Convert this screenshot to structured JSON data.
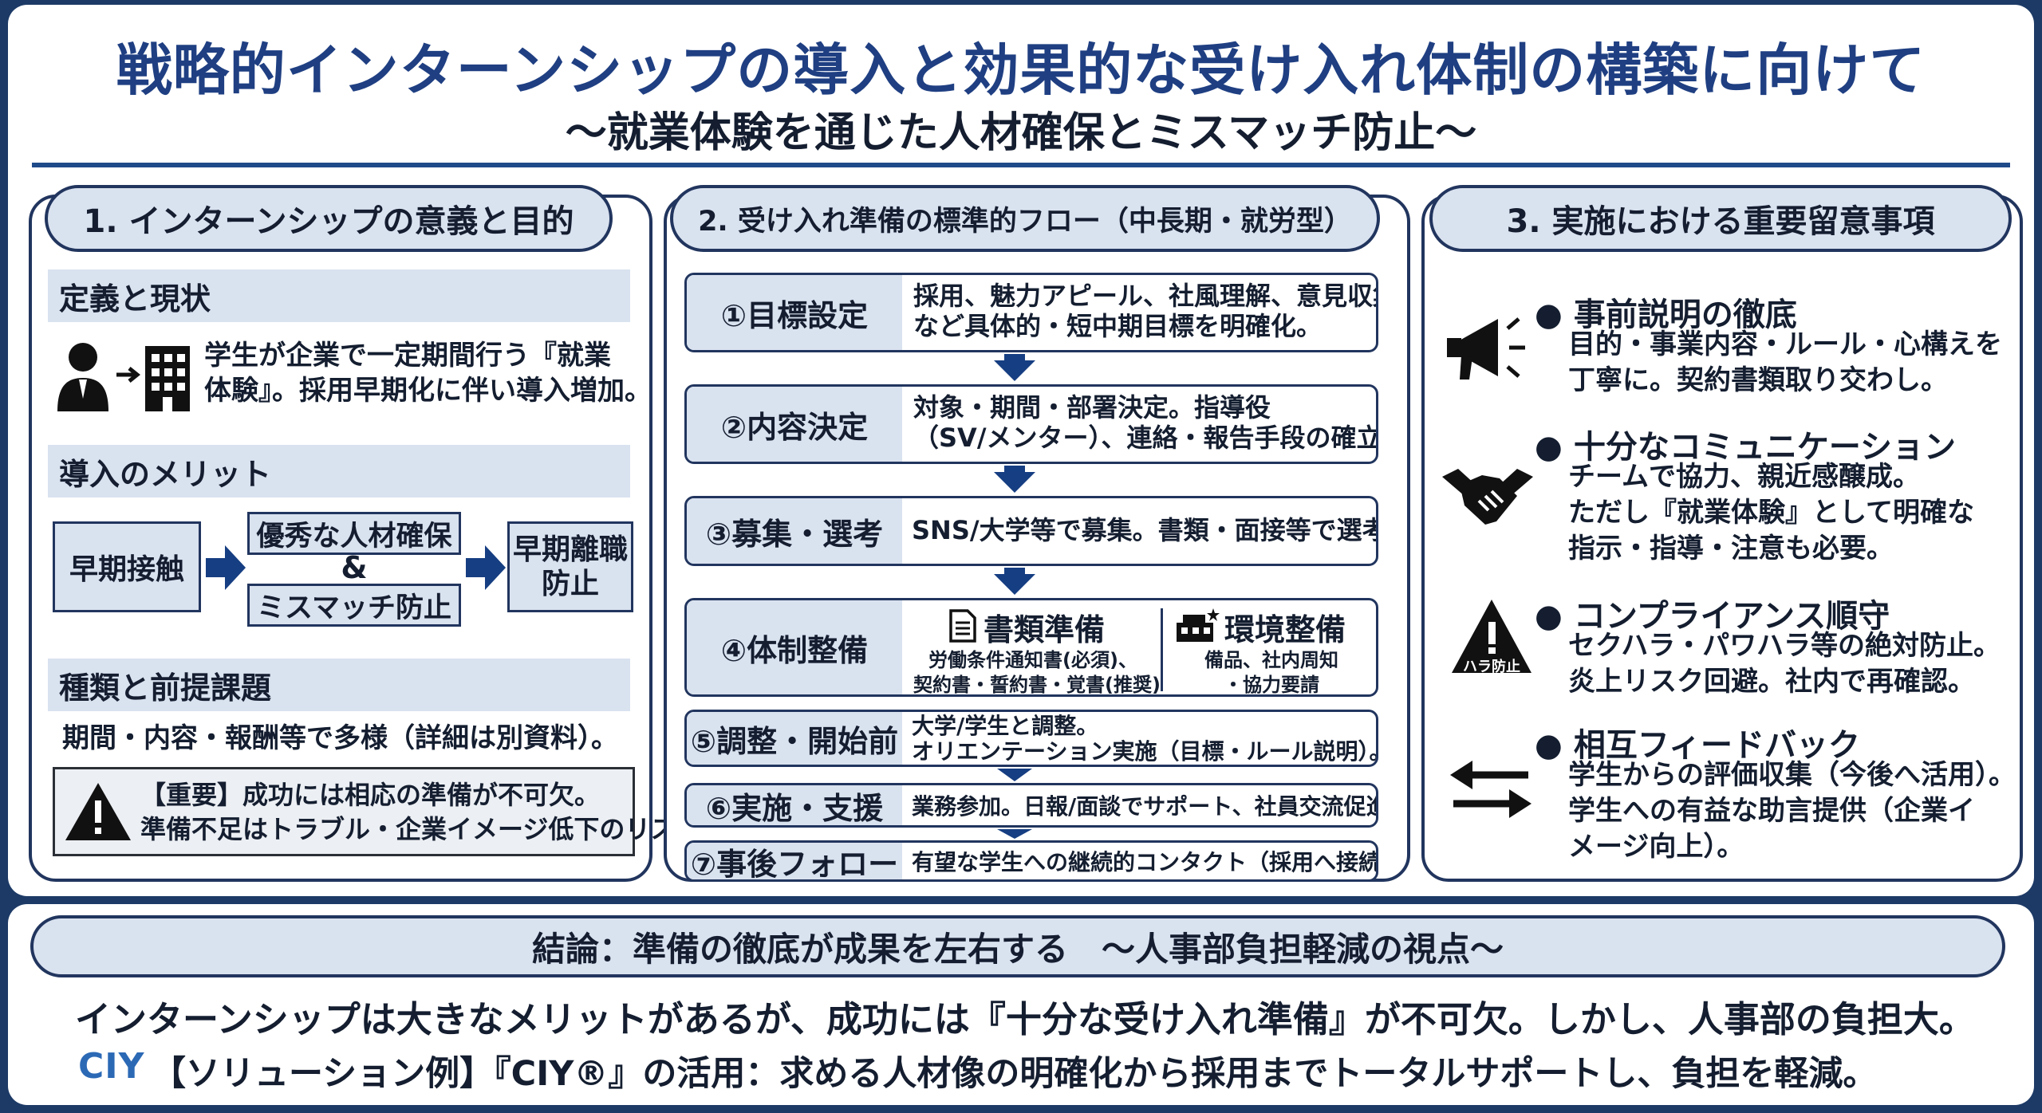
{
  "title": "戦略的インターンシップの導入と効果的な受け入れ体制の構築に向けて",
  "subtitle": "～就業体験を通じた人材確保とミスマッチ防止～",
  "col1": {
    "heading": "1. インターンシップの意義と目的",
    "def_heading": "定義と現状",
    "def_text_1": "学生が企業で一定期間行う『就業",
    "def_text_2": "体験』。採用早期化に伴い導入増加。",
    "merit_heading": "導入のメリット",
    "merit_start": "早期接触",
    "merit_mid_1": "優秀な人材確保",
    "merit_amp": "&",
    "merit_mid_2": "ミスマッチ防止",
    "merit_end_1": "早期離職",
    "merit_end_2": "防止",
    "types_heading": "種類と前提課題",
    "types_text": "期間・内容・報酬等で多様（詳細は別資料）。",
    "warn_1": "【重要】成功には相応の準備が不可欠。",
    "warn_2": "準備不足はトラブル・企業イメージ低下のリスク。"
  },
  "col2": {
    "heading": "2. 受け入れ準備の標準的フロー（中長期・就労型）",
    "s1_label": "①目標設定",
    "s1_d1": "採用、魅力アピール、社風理解、意見収集",
    "s1_d2": "など具体的・短中期目標を明確化。",
    "s2_label": "②内容決定",
    "s2_d1": "対象・期間・部署決定。指導役",
    "s2_d2": "（SV/メンター）、連絡・報告手段の確立。",
    "s3_label": "③募集・選考",
    "s3_d1": "SNS/大学等で募集。書類・面接等で選考。",
    "s4_label": "④体制整備",
    "s4_a_title": "書類準備",
    "s4_a_d1": "労働条件通知書(必須)、",
    "s4_a_d2": "契約書・誓約書・覚書(推奨)",
    "s4_b_title": "環境整備",
    "s4_b_d1": "備品、社内周知",
    "s4_b_d2": "・協力要請",
    "s5_label": "⑤調整・開始前",
    "s5_d1": "大学/学生と調整。",
    "s5_d2": "オリエンテーション実施（目標・ルール説明）。",
    "s6_label": "⑥実施・支援",
    "s6_d1": "業務参加。日報/面談でサポート、社員交流促進。",
    "s7_label": "⑦事後フォロー",
    "s7_d1": "有望な学生への継続的コンタクト（採用へ接続）。"
  },
  "col3": {
    "heading": "3. 実施における重要留意事項",
    "p1_title": "● 事前説明の徹底",
    "p1_b1": "目的・事業内容・ルール・心構えを",
    "p1_b2": "丁寧に。契約書類取り交わし。",
    "p2_title": "● 十分なコミュニケーション",
    "p2_b1": "チームで協力、親近感醸成。",
    "p2_b2": "ただし『就業体験』として明確な",
    "p2_b3": "指示・指導・注意も必要。",
    "p3_title": "● コンプライアンス順守",
    "p3_icon_label": "ハラ防止",
    "p3_b1": "セクハラ・パワハラ等の絶対防止。",
    "p3_b2": "炎上リスク回避。社内で再確認。",
    "p4_title": "● 相互フィードバック",
    "p4_b1": "学生からの評価収集（今後へ活用）。",
    "p4_b2": "学生への有益な助言提供（企業イ",
    "p4_b3": "メージ向上）。"
  },
  "conclusion": {
    "heading": "結論：準備の徹底が成果を左右する　～人事部負担軽減の視点～",
    "line1": "インターンシップは大きなメリットがあるが、成功には『十分な受け入れ準備』が不可欠。しかし、人事部の負担大。",
    "logo": "CIY",
    "line2": "【ソリューション例】『CIY®』の活用：求める人材像の明確化から採用までトータルサポートし、負担を軽減。"
  },
  "colors": {
    "navy": "#1d3a66",
    "title_blue": "#1f3f82",
    "shade": "#d9e2ef",
    "arrow": "#163e82",
    "logo_blue": "#2b69b5"
  }
}
